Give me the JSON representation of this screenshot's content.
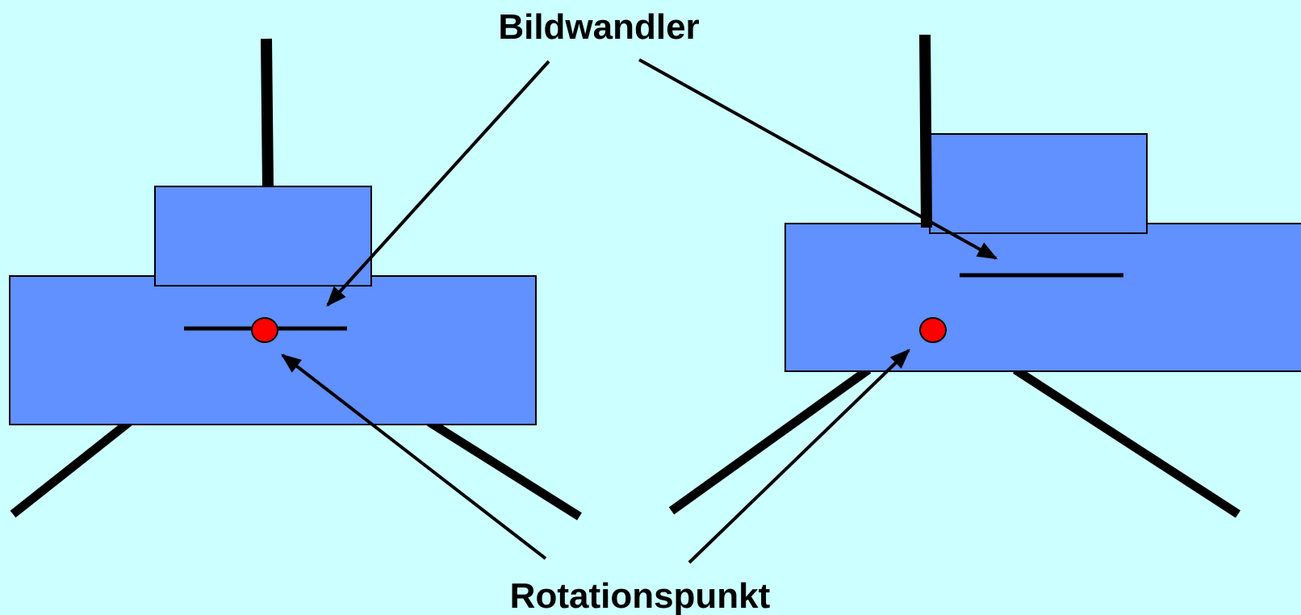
{
  "labels": {
    "top": "Bildwandler",
    "bottom": "Rotationspunkt"
  },
  "colors": {
    "background": "#ccffff",
    "body_fill": "#6190ff",
    "rotation_point": "#ff0000",
    "ink": "#000000"
  },
  "icons": {
    "rotation_point": "red-dot",
    "arrow": "arrow"
  }
}
